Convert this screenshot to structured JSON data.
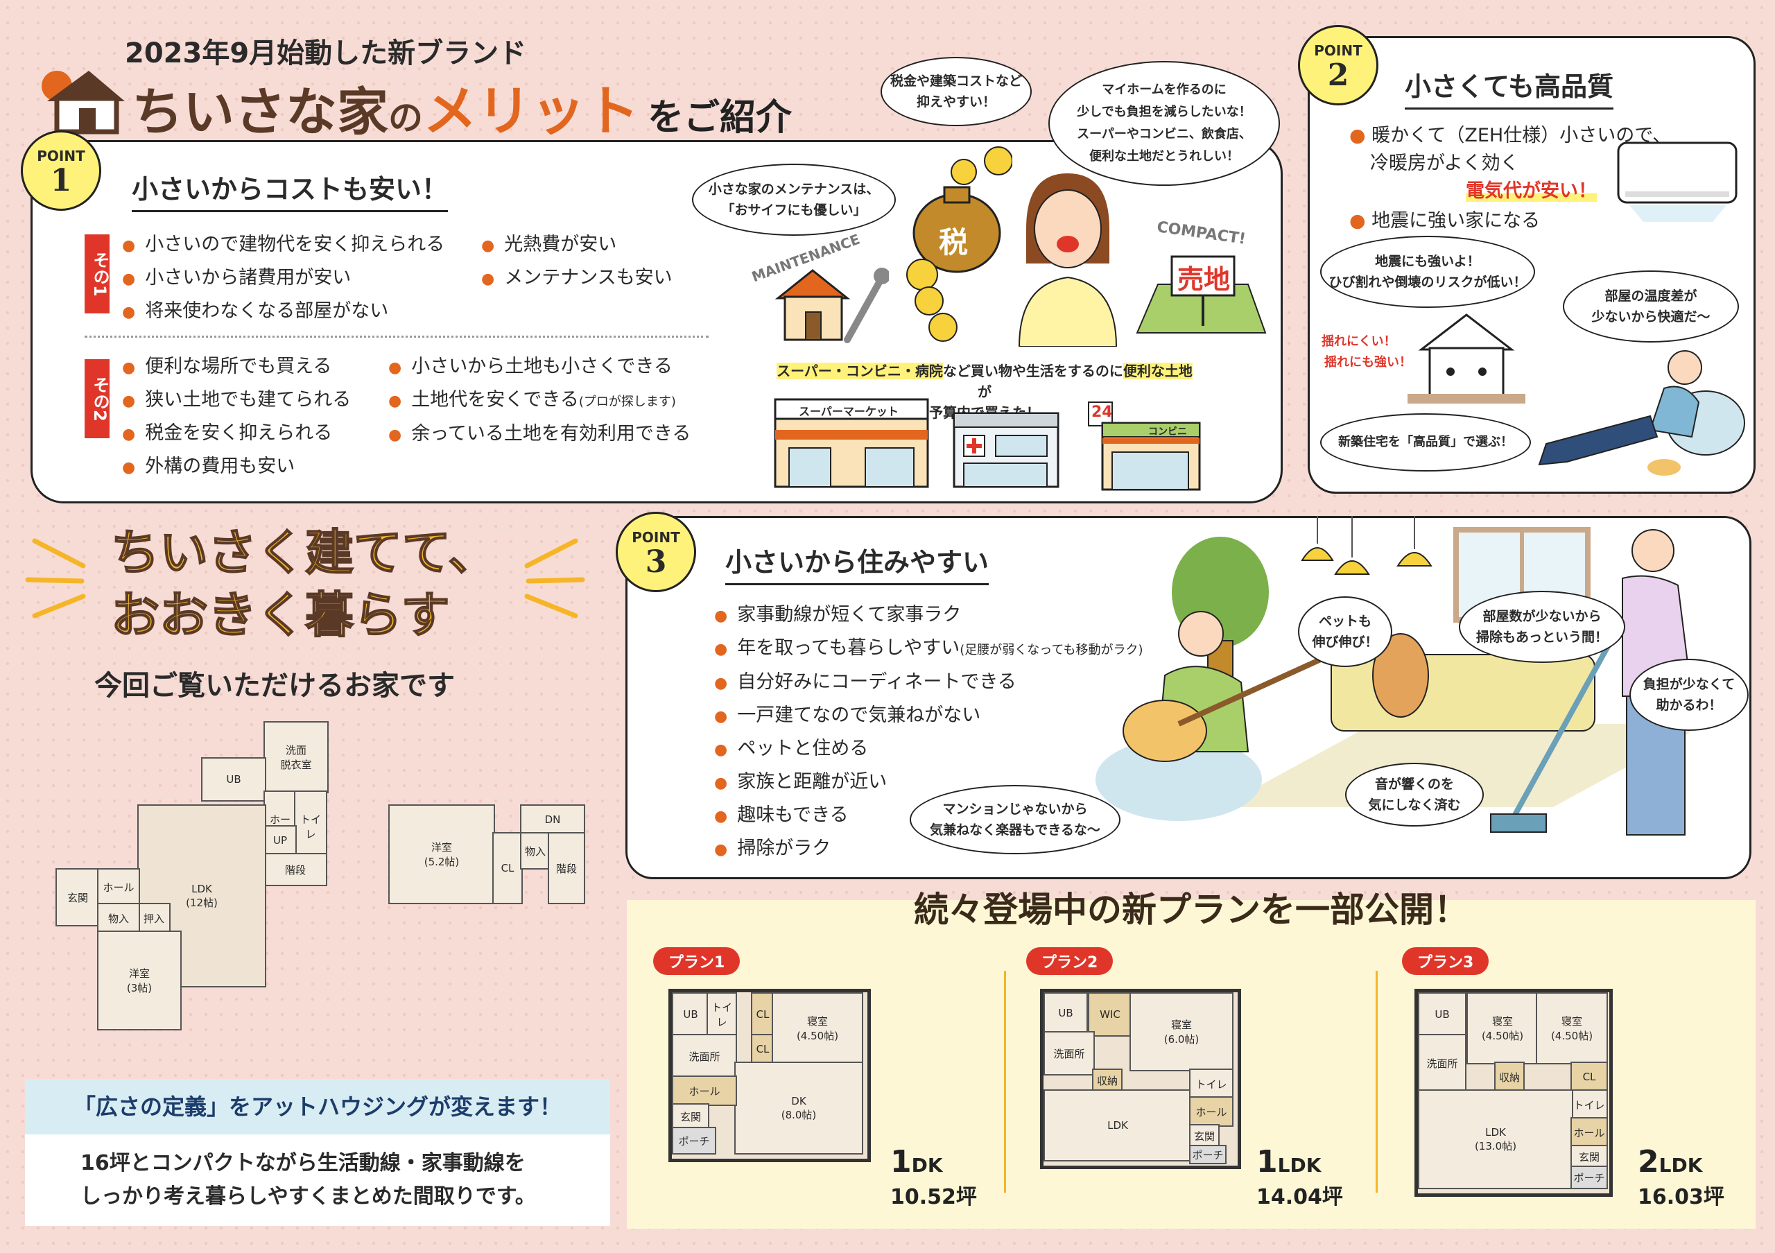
{
  "header": {
    "kicker": "2023年9月始動した新ブランド",
    "title_a": "ちいさな家",
    "title_b": "の",
    "title_c": "メリット",
    "title_d": "をご紹介"
  },
  "point1": {
    "badge_label": "POINT",
    "badge_num": "1",
    "title": "小さいからコストも安い！",
    "tag1": "その1",
    "tag2": "その2",
    "group1_col1": [
      "小さいので建物代を安く抑えられる",
      "小さいから諸費用が安い",
      "将来使わなくなる部屋がない"
    ],
    "group1_col2": [
      "光熱費が安い",
      "メンテナンスも安い"
    ],
    "group2_col1": [
      "便利な場所でも買える",
      "狭い土地でも建てられる",
      "税金を安く抑えられる",
      "外構の費用も安い"
    ],
    "group2_col2_a": "小さいから土地も小さくできる",
    "group2_col2_b": "土地代を安くできる",
    "group2_col2_b_note": "(プロが探します)",
    "group2_col2_c": "余っている土地を有効利用できる",
    "bubble_maintenance_1": "小さな家のメンテナンスは、",
    "bubble_maintenance_2": "「おサイフにも優しい」",
    "bubble_tax_1": "税金や建築コストなど",
    "bubble_tax_2": "抑えやすい！",
    "bubble_myhome_1": "マイホームを作るのに",
    "bubble_myhome_2": "少しでも負担を減らしたいな！",
    "bubble_myhome_3": "スーパーやコンビニ、飲食店、",
    "bubble_myhome_4": "便利な土地だとうれしい！",
    "label_maintenance": "MAINTENANCE",
    "label_compact": "COMPACT!",
    "sign_baichi": "売地",
    "tax_char": "税",
    "store_caption_1a": "スーパー・コンビニ・病院",
    "store_caption_1b": "など買い物や生活をするのに",
    "store_caption_1c": "便利な土地",
    "store_caption_1d": "が",
    "store_caption_2": "予算内で買えた！",
    "supermarket_sign": "スーパーマーケット",
    "conbini_sign": "コンビニ",
    "conbini_num": "24"
  },
  "point2": {
    "badge_label": "POINT",
    "badge_num": "2",
    "title": "小さくても高品質",
    "item1_a": "暖かくて（ZEH仕様）小さいので、",
    "item1_b": "冷暖房がよく効く",
    "item1_c": "電気代が安い！",
    "item2": "地震に強い家になる",
    "bubble_quake_1": "地震にも強いよ！",
    "bubble_quake_2": "ひび割れや倒壊のリスクが低い！",
    "bubble_temp_1": "部屋の温度差が",
    "bubble_temp_2": "少ないから快適だ〜",
    "shake_1": "揺れにくい！",
    "shake_2": "揺れにも強い！",
    "bubble_quality": "新築住宅を「高品質」で選ぶ！"
  },
  "point3": {
    "badge_label": "POINT",
    "badge_num": "3",
    "title": "小さいから住みやすい",
    "items": [
      "家事動線が短くて家事ラク",
      "年を取っても暮らしやすい",
      "自分好みにコーディネートできる",
      "一戸建てなので気兼ねがない",
      "ペットと住める",
      "家族と距離が近い",
      "趣味もできる",
      "掃除がラク"
    ],
    "item2_note": "(足腰が弱くなっても移動がラク)",
    "bubble_pet_1": "ペットも",
    "bubble_pet_2": "伸び伸び！",
    "bubble_rooms_1": "部屋数が少ないから",
    "bubble_rooms_2": "掃除もあっという間！",
    "bubble_burden_1": "負担が少なくて",
    "bubble_burden_2": "助かるわ！",
    "bubble_sound_1": "音が響くのを",
    "bubble_sound_2": "気にしなく済む",
    "bubble_mansion_1": "マンションじゃないから",
    "bubble_mansion_2": "気兼ねなく楽器もできるな〜"
  },
  "left": {
    "slogan_1": "ちいさく建てて、",
    "slogan_2": "おおきく暮らす",
    "sub": "今回ご覧いただけるお家です",
    "definition_title": "「広さの定義」をアットハウジングが変えます！",
    "definition_body_1": "16坪とコンパクトながら生活動線・家事動線を",
    "definition_body_2": "しっかり考え暮らしやすくまとめた間取りです。"
  },
  "main_plan": {
    "rooms": {
      "washroom": "洗面\n脱衣室",
      "ub": "UB",
      "hall": "ホール",
      "toilet": "トイレ",
      "up": "UP",
      "stairs": "階段",
      "ldk": "LDK\n(12帖)",
      "genkan": "玄関",
      "hall2": "ホール",
      "oshiire": "押入",
      "monoire": "物入",
      "yoshitsu": "洋室\n(3帖)",
      "yoshitsu2": "洋室\n(5.2帖)",
      "dn": "DN",
      "monoire2": "物入",
      "stairs2": "階段",
      "cl": "CL"
    }
  },
  "new_plans": {
    "heading": "続々登場中の新プランを一部公開！",
    "plans": [
      {
        "label": "プラン1",
        "type_big": "1",
        "type_small": "DK",
        "area": "10.52坪",
        "rooms": {
          "ub": "UB",
          "toilet": "トイレ",
          "cl1": "CL",
          "cl2": "CL",
          "bedroom": "寝室\n(4.50帖)",
          "wash": "洗面所",
          "dk": "DK\n(8.0帖)",
          "hall": "ホール",
          "genkan": "玄関",
          "porch": "ポーチ"
        }
      },
      {
        "label": "プラン2",
        "type_big": "1",
        "type_small": "LDK",
        "area": "14.04坪",
        "rooms": {
          "ub": "UB",
          "wic": "WIC",
          "bedroom": "寝室\n(6.0帖)",
          "wash": "洗面所",
          "storage": "収納",
          "ldk": "LDK",
          "toilet": "トイレ",
          "hall": "ホール",
          "genkan": "玄関",
          "porch": "ポーチ"
        }
      },
      {
        "label": "プラン3",
        "type_big": "2",
        "type_small": "LDK",
        "area": "16.03坪",
        "rooms": {
          "ub": "UB",
          "bed1": "寝室\n(4.50帖)",
          "bed2": "寝室\n(4.50帖)",
          "wash": "洗面所",
          "storage": "収納",
          "cl": "CL",
          "toilet": "トイレ",
          "ldk": "LDK\n(13.0帖)",
          "hall": "ホール",
          "genkan": "玄関",
          "porch": "ポーチ"
        }
      }
    ]
  },
  "colors": {
    "accent_red": "#e0362a",
    "accent_orange": "#e3661f",
    "badge_yellow": "#fff27a",
    "plan_bg": "#fdf7d6"
  }
}
